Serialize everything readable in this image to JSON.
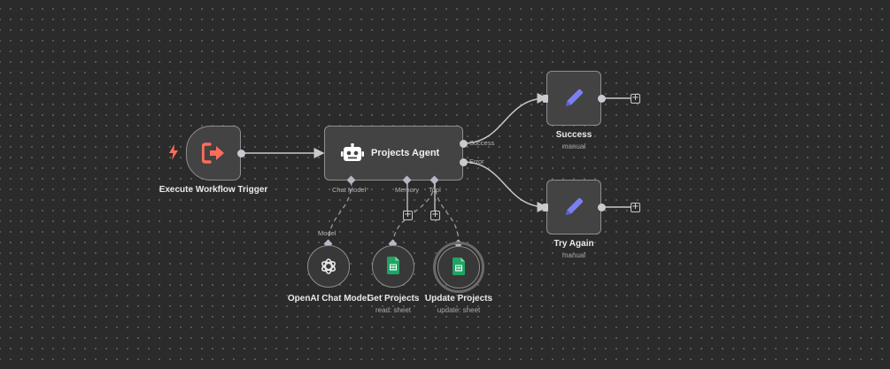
{
  "colors": {
    "canvas": "#2b2b2b",
    "node_fill": "#434343",
    "node_border": "#8e8e8e",
    "trigger_accent": "#ff6d5a",
    "edit_accent": "#7b80ef",
    "sheets_green": "#1fa463"
  },
  "nodes": {
    "trigger": {
      "label": "Execute Workflow Trigger",
      "icon": "sign-out-icon",
      "badge_icon": "lightning-icon"
    },
    "agent": {
      "label": "Projects Agent",
      "icon": "robot-icon",
      "outputs": [
        "Success",
        "Error"
      ],
      "inputs": [
        "Chat Model",
        "Memory",
        "Tool"
      ],
      "required_marker": "*"
    },
    "success": {
      "label": "Success",
      "sublabel": "manual",
      "icon": "pencil-icon"
    },
    "try_again": {
      "label": "Try Again",
      "sublabel": "manual",
      "icon": "pencil-icon"
    },
    "openai": {
      "label": "OpenAI Chat Model",
      "icon": "openai-icon",
      "port_label": "Model"
    },
    "get_projects": {
      "label": "Get Projects",
      "sublabel": "read: sheet",
      "icon": "google-sheets-icon"
    },
    "update_projects": {
      "label": "Update Projects",
      "sublabel": "update: sheet",
      "icon": "google-sheets-icon"
    }
  },
  "add_button_symbol": "+"
}
